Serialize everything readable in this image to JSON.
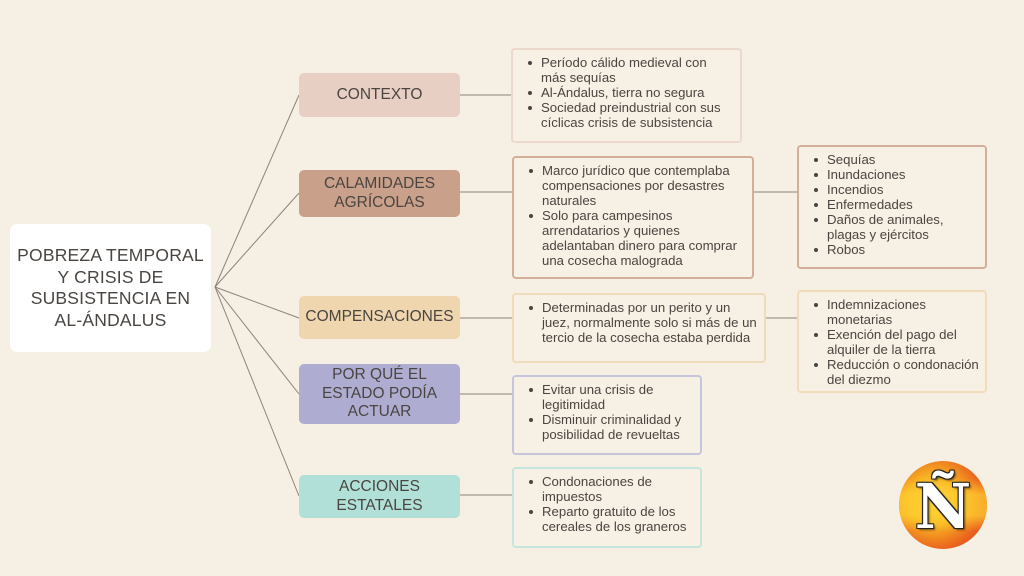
{
  "colors": {
    "background": "#f6efe3",
    "main_box": "#ffffff",
    "connector": "#8f8378",
    "contexto": "#e8cfc3",
    "calamidades": "#c9a08a",
    "compensaciones": "#efd6ae",
    "por_que": "#aeadd1",
    "acciones": "#b0e0d7"
  },
  "main_topic": {
    "label": "POBREZA TEMPORAL\nY CRISIS DE\nSUBSISTENCIA EN\nAL-ÁNDALUS"
  },
  "branches": [
    {
      "id": "contexto",
      "label": "CONTEXTO",
      "details": [
        "Período cálido medieval con más sequías",
        "Al-Ándalus, tierra no segura",
        "Sociedad preindustrial con sus cíclicas crisis de subsistencia"
      ]
    },
    {
      "id": "calamidades",
      "label": "CALAMIDADES\nAGRÍCOLAS",
      "details": [
        "Marco jurídico que contemplaba compensaciones por desastres naturales",
        "Solo para campesinos arrendatarios y quienes adelantaban dinero para comprar una cosecha malograda"
      ],
      "sub_details": [
        "Sequías",
        "Inundaciones",
        "Incendios",
        "Enfermedades",
        "Daños de animales, plagas y ejércitos",
        "Robos"
      ]
    },
    {
      "id": "compensaciones",
      "label": "COMPENSACIONES",
      "details": [
        "Determinadas por un perito y un juez, normalmente solo si más de un tercio de la cosecha estaba perdida"
      ],
      "sub_details": [
        "Indemnizaciones monetarias",
        "Exención del pago del alquiler de la tierra",
        "Reducción o condonación del diezmo"
      ]
    },
    {
      "id": "por_que",
      "label": "POR QUÉ EL\nESTADO PODÍA\nACTUAR",
      "details": [
        "Evitar una crisis de legitimidad",
        "Disminuir criminalidad y posibilidad de revueltas"
      ]
    },
    {
      "id": "acciones",
      "label": "ACCIONES\nESTATALES",
      "details": [
        "Condonaciones de impuestos",
        "Reparto gratuito de los cereales de los graneros"
      ]
    }
  ],
  "logo": {
    "glyph": "Ñ"
  }
}
